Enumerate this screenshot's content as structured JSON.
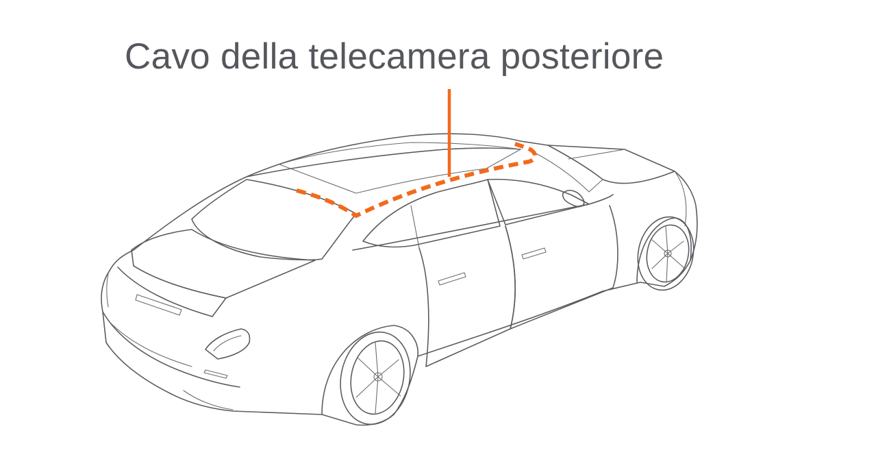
{
  "callout": {
    "label": "Cavo della telecamera posteriore"
  },
  "colors": {
    "accent": "#f26a1b",
    "outline": "#5a5c60",
    "text": "#55575c",
    "background": "#ffffff"
  },
  "illustration": {
    "subject": "sedan-car-rear-three-quarter-view",
    "cable_style": "dashed"
  }
}
